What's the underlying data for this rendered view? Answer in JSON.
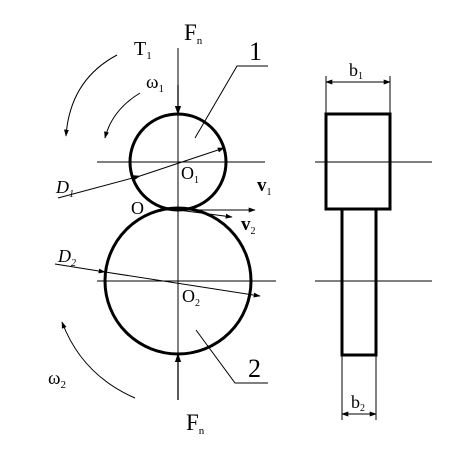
{
  "labels": {
    "force_top": {
      "main": "F",
      "sub": "n"
    },
    "force_bottom": {
      "main": "F",
      "sub": "n"
    },
    "torque": {
      "main": "T",
      "sub": "1"
    },
    "omega1": {
      "main": "ω",
      "sub": "1"
    },
    "omega2": {
      "main": "ω",
      "sub": "2"
    },
    "diameter1": {
      "main": "D",
      "sub": "1"
    },
    "diameter2": {
      "main": "D",
      "sub": "2"
    },
    "center1": {
      "main": "O",
      "sub": "1"
    },
    "center2": {
      "main": "O",
      "sub": "2"
    },
    "contact_point": "O",
    "velocity1": {
      "main": "v",
      "sub": "1"
    },
    "velocity2": {
      "main": "v",
      "sub": "2"
    },
    "part1": "1",
    "part2": "2",
    "width1": {
      "main": "b",
      "sub": "1"
    },
    "width2": {
      "main": "b",
      "sub": "2"
    }
  }
}
